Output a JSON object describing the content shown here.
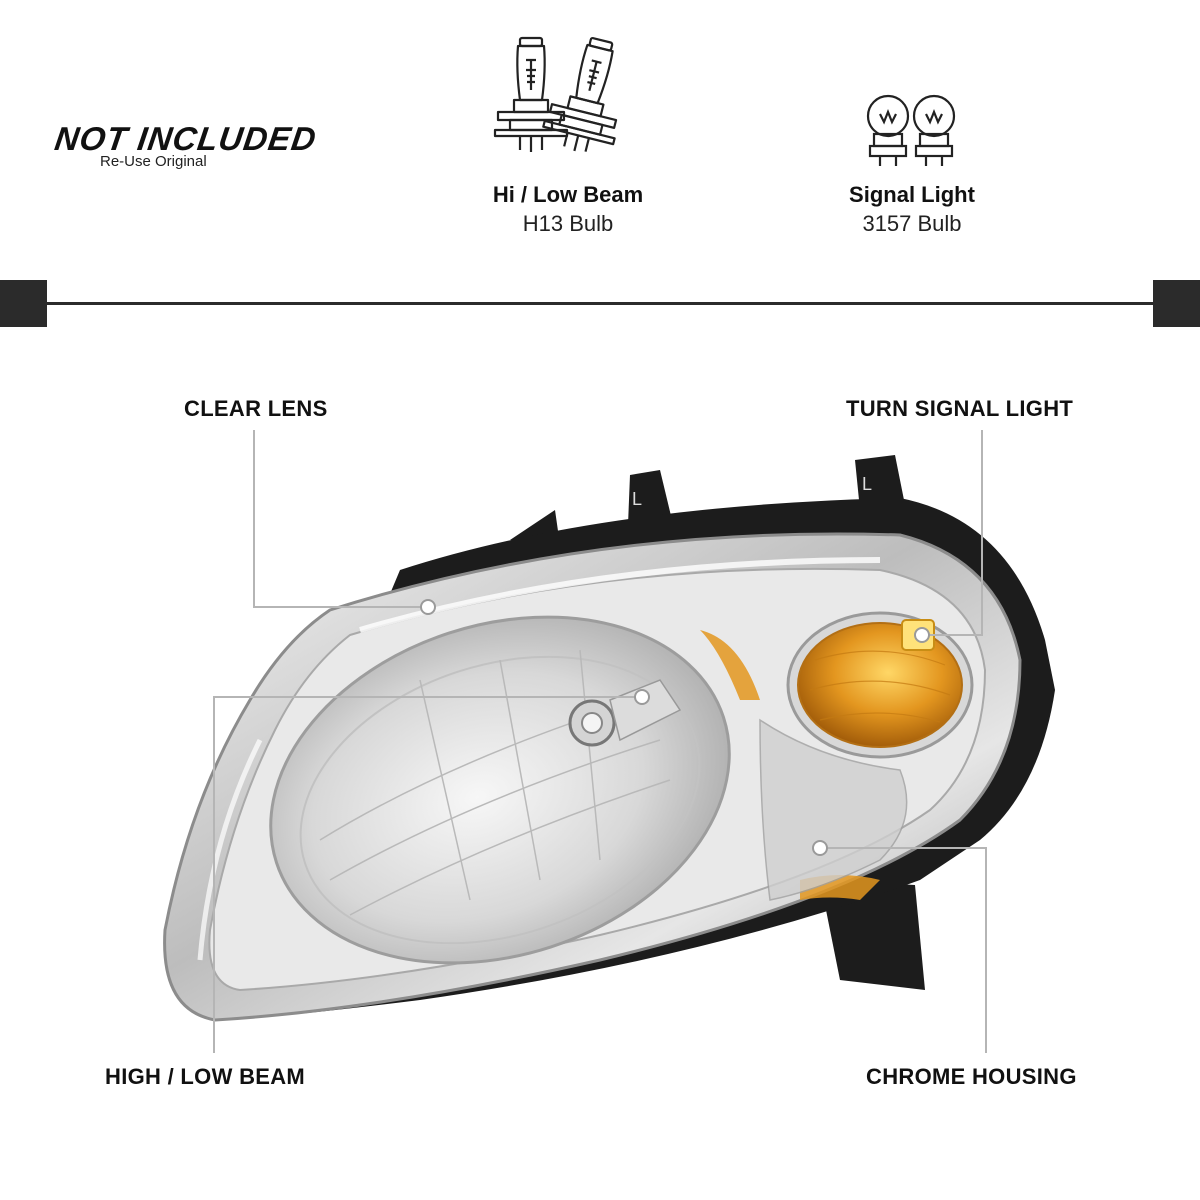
{
  "header": {
    "not_included": {
      "title": "NOT INCLUDED",
      "subtitle": "Re-Use Original"
    },
    "bulbs": [
      {
        "title": "Hi / Low Beam",
        "subtitle": "H13 Bulb",
        "icon": "h13-bulb-icon"
      },
      {
        "title": "Signal Light",
        "subtitle": "3157 Bulb",
        "icon": "3157-bulb-icon"
      }
    ]
  },
  "callouts": {
    "clear_lens": "CLEAR LENS",
    "turn_signal": "TURN SIGNAL LIGHT",
    "high_low_beam": "HIGH / LOW BEAM",
    "chrome_housing": "CHROME HOUSING"
  },
  "colors": {
    "divider": "#2b2b2b",
    "leader_line": "#b5b5b5",
    "amber": "#e3961f",
    "chrome": "#c9c9c9",
    "housing_black": "#1c1c1c"
  }
}
